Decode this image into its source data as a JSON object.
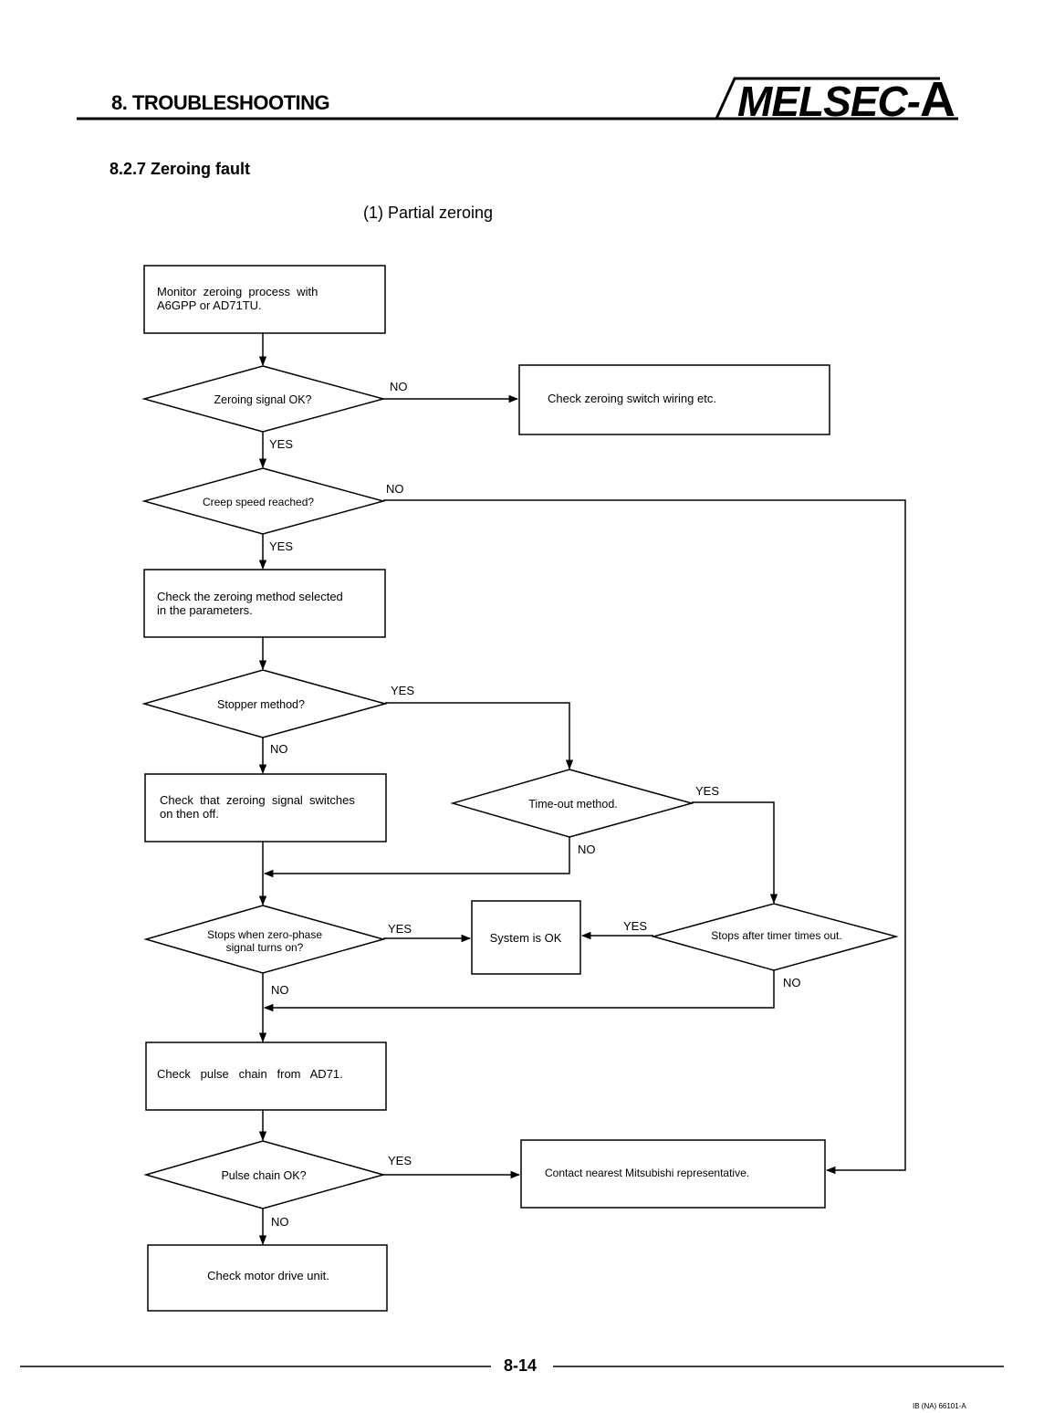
{
  "header": {
    "chapter": "8. TROUBLESHOOTING",
    "logo_text": "MELSEC-",
    "logo_suffix": "A"
  },
  "section_title": "8.2.7  Zeroing fault",
  "subsection_title": "(1) Partial zeroing",
  "flowchart": {
    "process": {
      "monitor": [
        "Monitor  zeroing  process  with",
        "A6GPP or AD71TU."
      ],
      "check_wiring": [
        "Check zeroing switch wiring etc."
      ],
      "check_method": [
        "Check the zeroing method selected",
        "in the parameters."
      ],
      "check_switch": [
        "Check  that  zeroing  signal  switches",
        "on then off."
      ],
      "system_ok": [
        "System is OK"
      ],
      "check_pulse": [
        "Check   pulse   chain   from   AD71."
      ],
      "contact": [
        "Contact nearest Mitsubishi representative."
      ],
      "check_motor": [
        "Check motor drive unit."
      ]
    },
    "decision": {
      "zeroing_ok": [
        "Zeroing signal OK?"
      ],
      "creep": [
        "Creep speed reached?"
      ],
      "stopper": [
        "Stopper method?"
      ],
      "timeout": [
        "Time-out method."
      ],
      "zero_phase": [
        "Stops when zero-phase",
        "signal turns on?"
      ],
      "timer": [
        "Stops after timer times out."
      ],
      "pulse_ok": [
        "Pulse chain OK?"
      ]
    },
    "labels": {
      "yes": "YES",
      "no": "NO"
    }
  },
  "footer": {
    "page_number": "8-14",
    "doc_ref": "IB (NA) 66101-A"
  }
}
